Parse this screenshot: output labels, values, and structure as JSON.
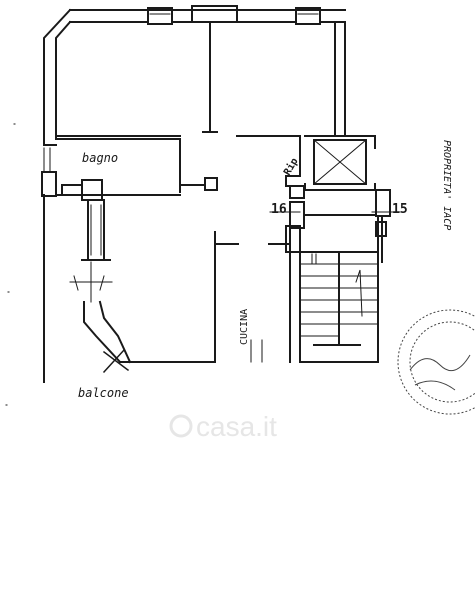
{
  "labels": {
    "bagno": "bagno",
    "cucina": "CUCINA",
    "balcone": "balcone",
    "rip": "Rip",
    "num16": "16",
    "num15": "15",
    "side_note": "PROPRIETA' IACP"
  },
  "watermark": {
    "text": "casa.it",
    "color": "#e6e6e6"
  },
  "colors": {
    "ink": "#1a1a1a",
    "paper": "#ffffff"
  }
}
